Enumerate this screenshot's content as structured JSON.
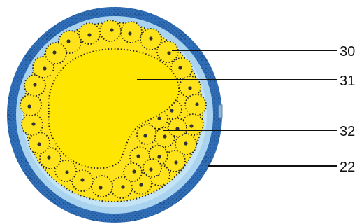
{
  "labels": [
    {
      "id": "30",
      "text": "30"
    },
    {
      "id": "31",
      "text": "31"
    },
    {
      "id": "32",
      "text": "32"
    },
    {
      "id": "22",
      "text": "22"
    }
  ],
  "colors": {
    "outer_ring": "#2f6db6",
    "inner_ring": "#a9d3ef",
    "yolk": "#ffe600",
    "cell_fill": "#ffe31a",
    "cell_stroke": "#222222",
    "nucleus": "#333333",
    "leader": "#111111"
  }
}
